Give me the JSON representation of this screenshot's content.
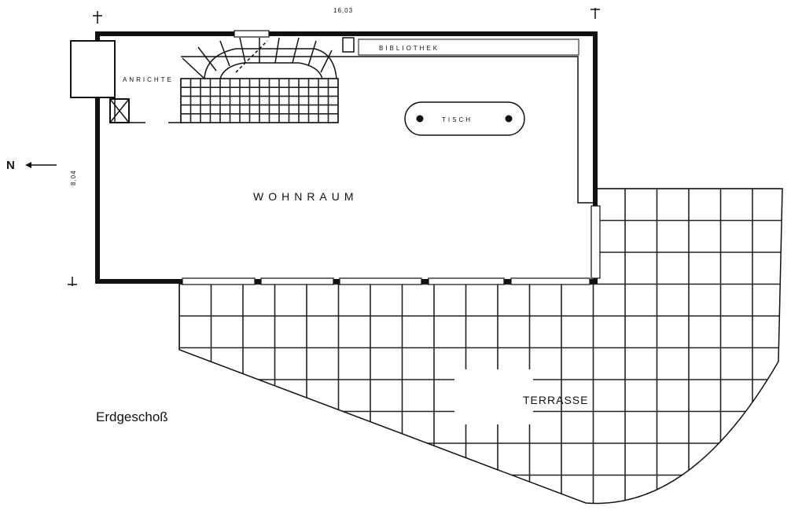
{
  "rooms": {
    "wohnraum": "WOHNRAUM",
    "anrichte": "ANRICHTE",
    "bibliothek": "BIBLIOTHEK",
    "tisch": "TISCH",
    "terrasse": "TERRASSE"
  },
  "caption": "Erdgeschoß",
  "north_label": "N",
  "dimensions": {
    "width": "16,03",
    "depth": "8,04"
  },
  "colors": {
    "ink": "#111111",
    "paper": "#ffffff"
  }
}
